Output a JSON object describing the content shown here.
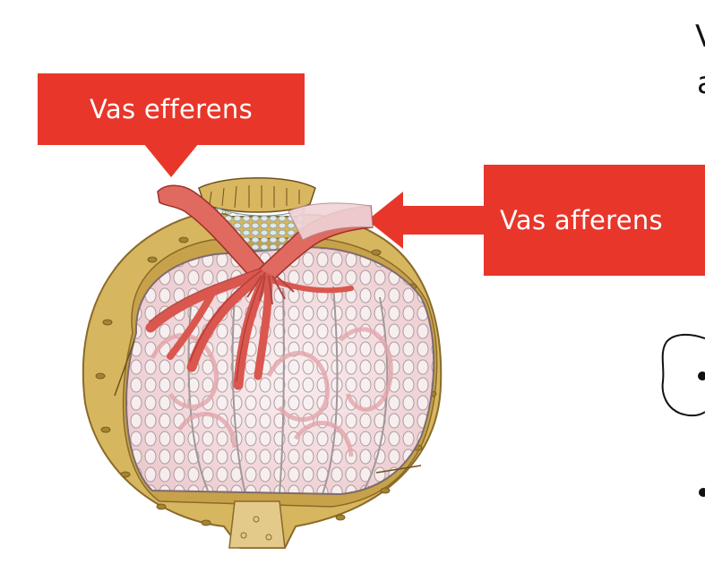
{
  "labels": {
    "vas_efferens": "Vas efferens",
    "vas_afferens": "Vas afferens"
  },
  "slide_text": {
    "line1_fragment": "V",
    "line2_fragment": "a"
  },
  "colors": {
    "callout_red": "#e8362a",
    "capsule_ochre": "#c8a24a",
    "capsule_fill": "#e3c98a",
    "vessel_red": "#d9574f",
    "capillary_pink": "#f1cfd2",
    "cell_outline": "#b9a9aa",
    "ink": "#111111"
  }
}
